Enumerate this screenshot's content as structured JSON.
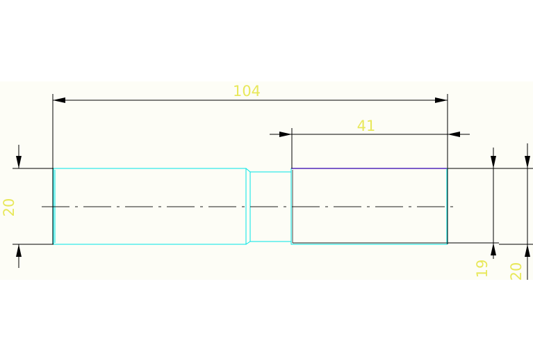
{
  "colors": {
    "background": "#ffffff",
    "drawing_area": "#fdfdf6",
    "part_outline": "#00e5e5",
    "dimension_line": "#000000",
    "dimension_text": "#e8e85a",
    "highlight_edge": "#7b5cc9"
  },
  "dimensions": {
    "overall_length": "104",
    "thread_length": "41",
    "left_diameter": "20",
    "right_inner_diameter": "19",
    "right_outer_diameter": "20"
  }
}
